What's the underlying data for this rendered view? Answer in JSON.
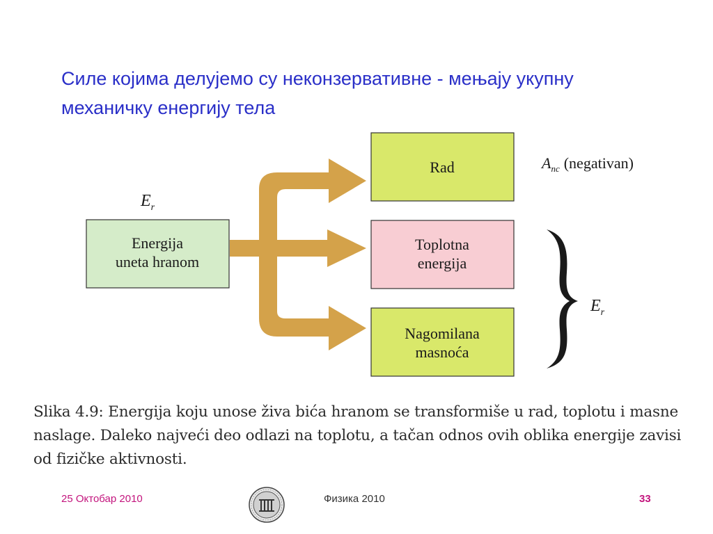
{
  "slide": {
    "title": "Силе којима делујемо су неконзервативне  - мењају укупну механичку енергију тела"
  },
  "diagram": {
    "source": {
      "line1": "Energija",
      "line2": "uneta hranom",
      "label_main": "E",
      "label_sub": "r",
      "color": "#d5ecc9"
    },
    "targets": [
      {
        "line1": "Rad",
        "line2": "",
        "color": "#d9e86a"
      },
      {
        "line1": "Toplotna",
        "line2": "energija",
        "color": "#f8cdd3"
      },
      {
        "line1": "Nagomilana",
        "line2": "masnoća",
        "color": "#d9e86a"
      }
    ],
    "work_label": {
      "main": "A",
      "sub": "nc",
      "text": "(negativan)"
    },
    "brace_label": {
      "main": "E",
      "sub": "r"
    },
    "arrow_color": "#d4a24a"
  },
  "caption": "Slika 4.9: Energija koju unose živa bića hranom se transformiše u rad, toplotu i masne naslage. Daleko najveći deo odlazi na toplotu, a tačan odnos ovih oblika energije zavisi od fizičke aktivnosti.",
  "footer": {
    "date": "25 Октобар 2010",
    "course": "Физика 2010",
    "page": "33"
  }
}
